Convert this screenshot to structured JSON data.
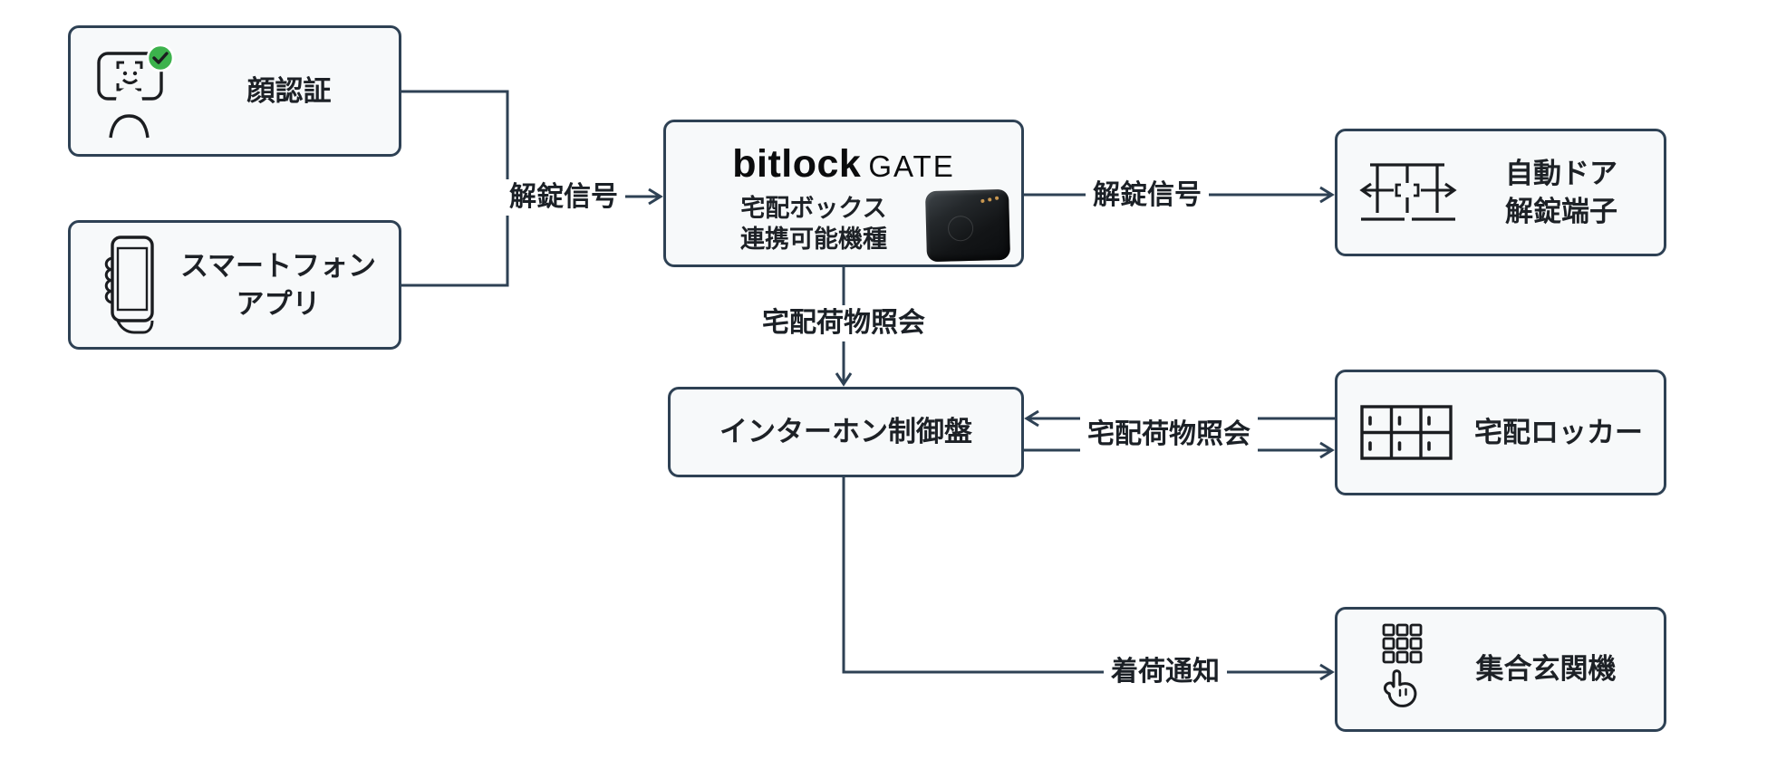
{
  "diagram_title": "bitlock GATE delivery-box integration flow",
  "colors": {
    "background": "#ffffff",
    "line": "#2e4154",
    "box_fill": "#f7f9fa",
    "box_border": "#2e4154",
    "text": "#1d2126",
    "logo_text": "#0b0c0d",
    "badge_green": "#3cb24c",
    "badge_check": "#ffffff",
    "device_black": "#131517",
    "device_led": "#c99750"
  },
  "nodes": {
    "face_auth": {
      "label": "顔認証",
      "icon": "face-recognition-icon"
    },
    "smartphone_app": {
      "lines": [
        "スマートフォン",
        "アプリ"
      ],
      "icon": "smartphone-hand-icon"
    },
    "bitlock_gate": {
      "logo": "bitlock",
      "logo_suffix": "GATE",
      "desc_lines": [
        "宅配ボックス",
        "連携可能機種"
      ],
      "image": "black-gate-device"
    },
    "auto_door": {
      "lines": [
        "自動ドア",
        "解錠端子"
      ],
      "icon": "sliding-door-icon"
    },
    "intercom": {
      "label": "インターホン制御盤"
    },
    "delivery_locker": {
      "label": "宅配ロッカー",
      "icon": "locker-grid-icon"
    },
    "entrance_panel": {
      "label": "集合玄関機",
      "icon": "keypad-hand-icon"
    }
  },
  "edges": {
    "unlock_signal_left": "解錠信号",
    "unlock_signal_right": "解錠信号",
    "parcel_inquiry_down": "宅配荷物照会",
    "parcel_inquiry_between": "宅配荷物照会",
    "arrival_notification": "着荷通知"
  }
}
